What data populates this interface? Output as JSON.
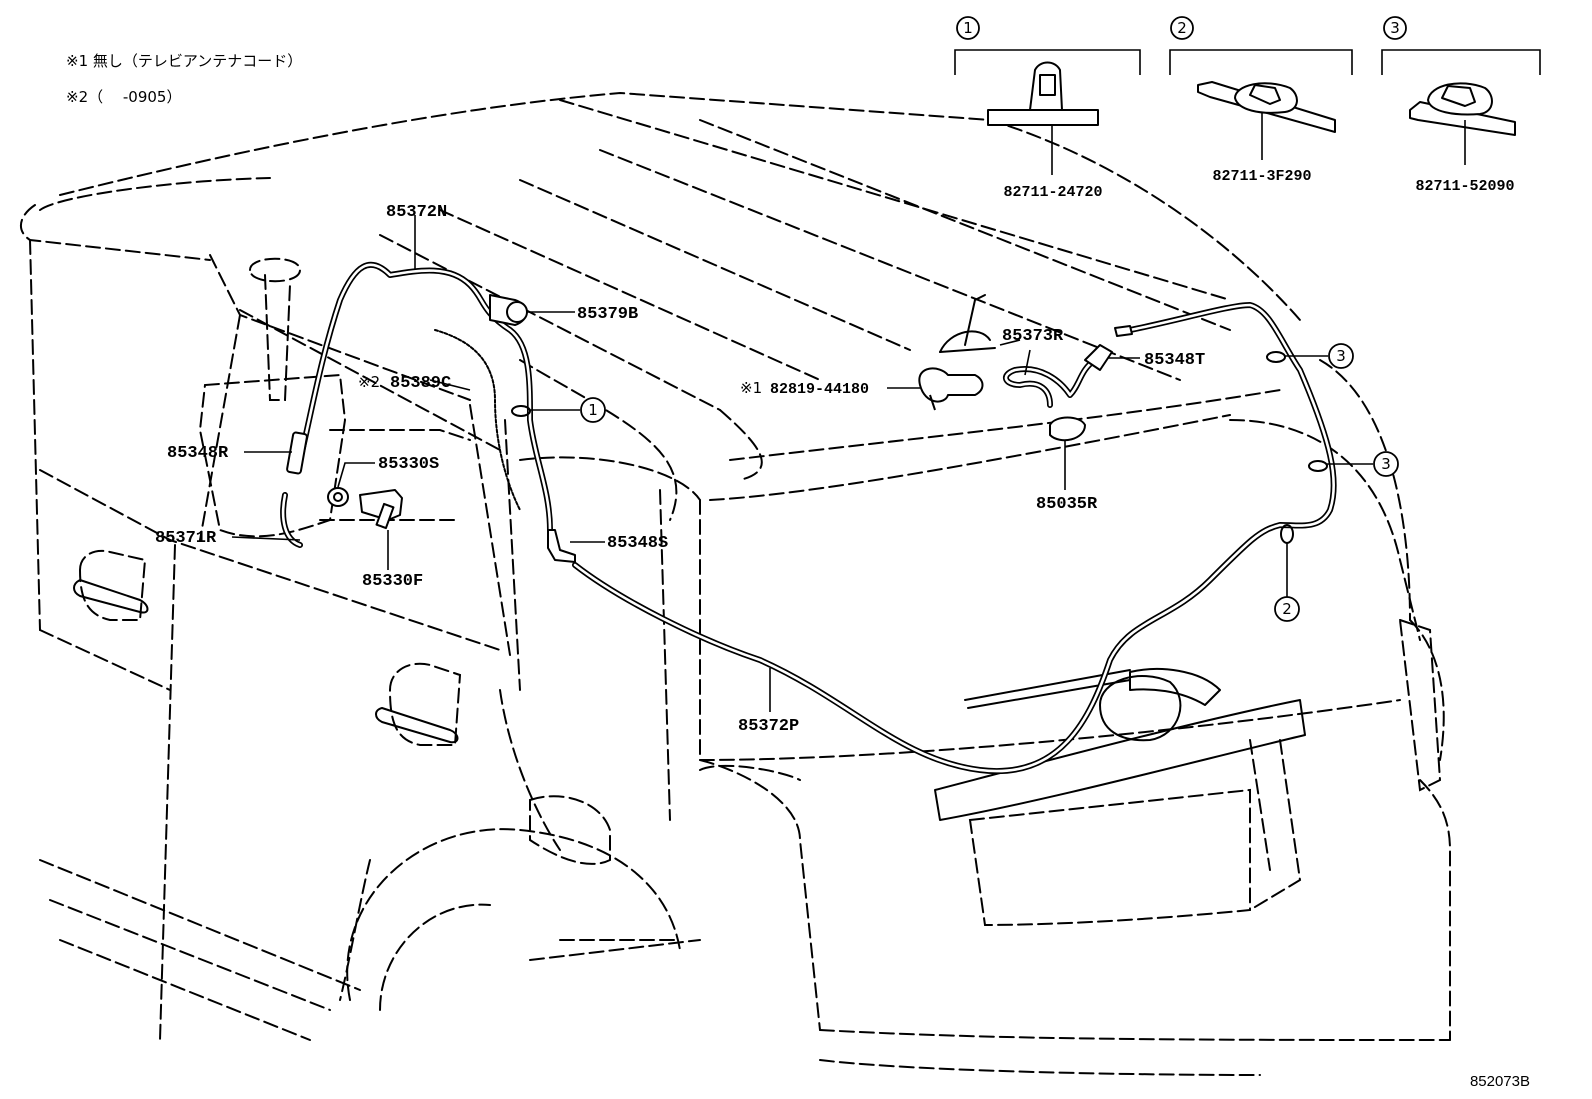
{
  "notes": [
    "※1 無し（テレビアンテナコード）",
    "※2（　 -0905）"
  ],
  "callouts": [
    {
      "num": "1",
      "part": "82711-24720"
    },
    {
      "num": "2",
      "part": "82711-3F290"
    },
    {
      "num": "3",
      "part": "82711-52090"
    }
  ],
  "labels": {
    "p85372N": "85372N",
    "p85379B": "85379B",
    "p85389C": "85389C",
    "p85389C_mark": "※2",
    "p85348R": "85348R",
    "p85330S": "85330S",
    "p85371R": "85371R",
    "p85330F": "85330F",
    "p85348S": "85348S",
    "p85372P": "85372P",
    "p85373R": "85373R",
    "p85348T": "85348T",
    "p82819": "82819-44180",
    "p82819_mark": "※1",
    "p85035R": "85035R"
  },
  "markers": {
    "m1": "1",
    "m2": "2",
    "m3a": "3",
    "m3b": "3"
  },
  "diagram_code": "852073B"
}
